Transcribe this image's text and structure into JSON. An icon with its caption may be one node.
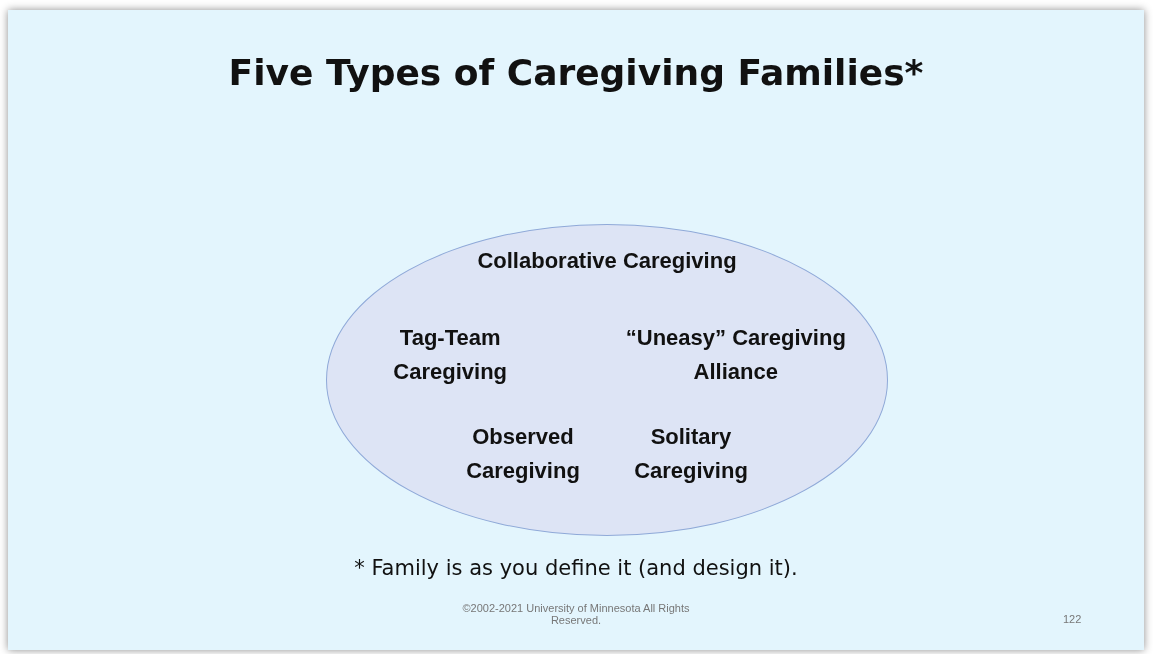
{
  "diagram": {
    "title": "Five Types of Caregiving Families*",
    "caption": "* Family is as you define it (and design it).",
    "nodes": [
      {
        "text": [
          "Collaborative Caregiving",
          "Tag-Team Caregiving",
          "“Uneasy” Caregiving Alliance",
          "Observed Caregiving",
          "Solitary Caregiving"
        ]
      }
    ],
    "edges": [],
    "labels": [
      "©2002-2021 University of Minnesota All Rights Reserved.",
      "122"
    ]
  }
}
